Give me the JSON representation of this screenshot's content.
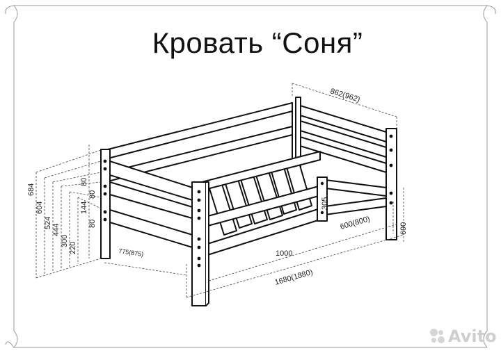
{
  "title": "Кровать “Соня”",
  "dimensions": {
    "top_width": "862(962)",
    "height_right": "690",
    "inner_width": "600(800)",
    "rail_height": "305",
    "inner_length": "1000",
    "total_length": "1680(1880)",
    "depth_left": "775(875)",
    "h684": "684",
    "h604": "604",
    "h524": "524",
    "h444": "444",
    "h300": "300",
    "h220": "220",
    "s80a": "80",
    "s80b": "80",
    "s144": "144",
    "s80c": "80"
  },
  "watermark": {
    "text": "Avito",
    "icon": "avito-logo-icon"
  }
}
